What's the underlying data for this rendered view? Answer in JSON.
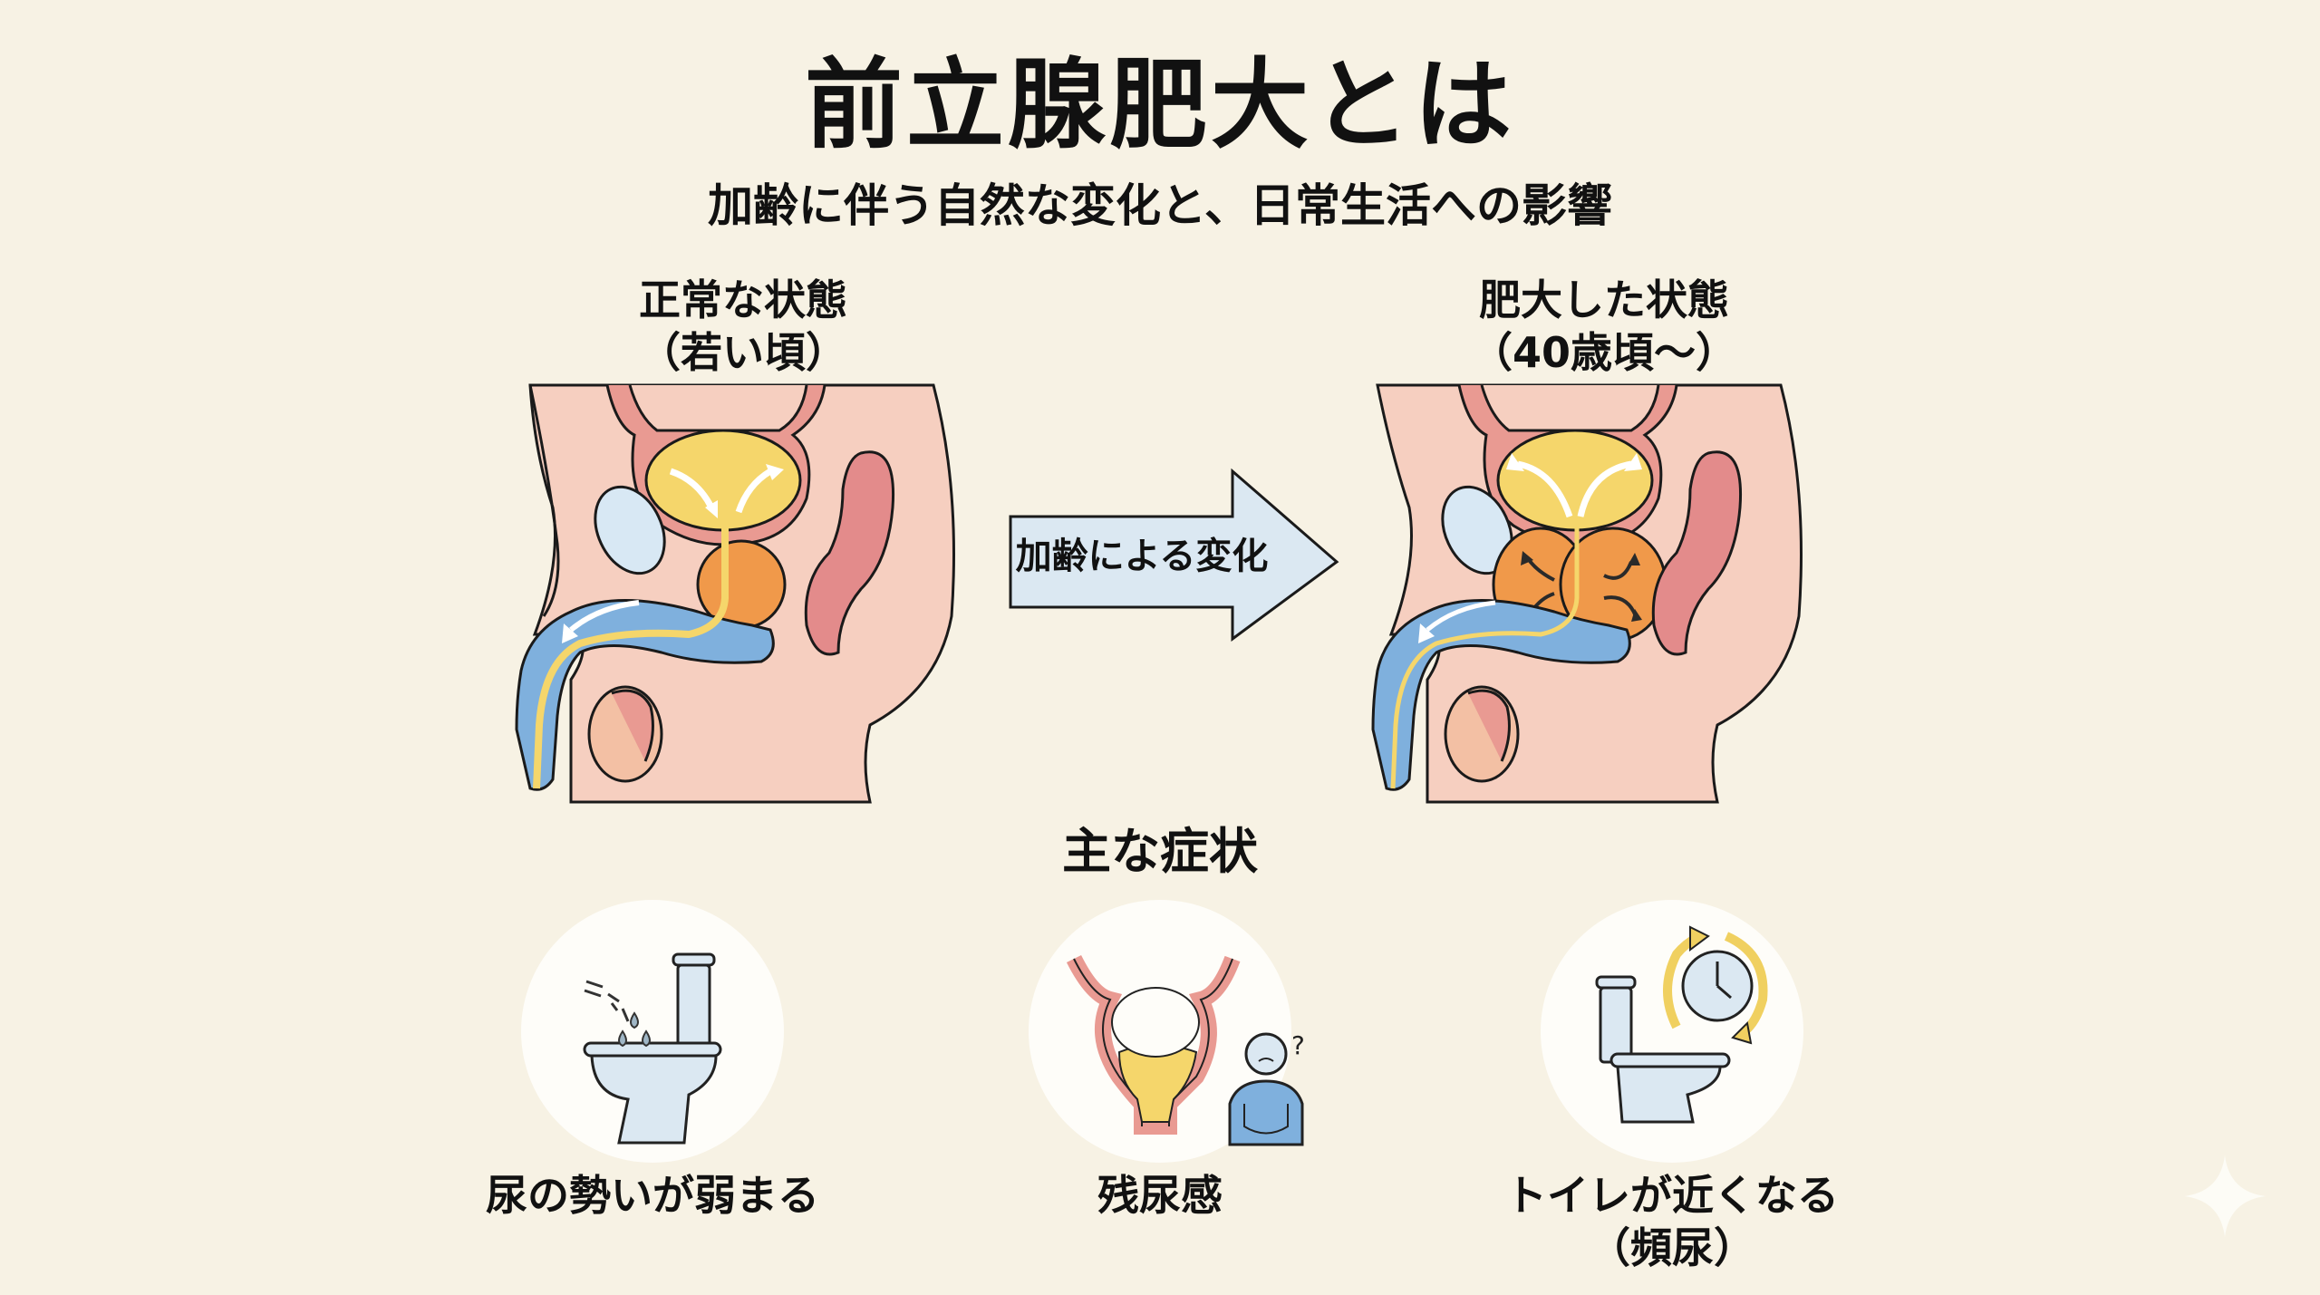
{
  "header": {
    "title": "前立腺肥大とは",
    "subtitle": "加齢に伴う自然な変化と、日常生活への影響"
  },
  "comparison": {
    "normal": {
      "label": "正常な状態",
      "sublabel": "（若い頃）"
    },
    "arrow_label": "加齢による変化",
    "enlarged": {
      "label": "肥大した状態",
      "sublabel": "（40歳頃〜）"
    }
  },
  "symptoms": {
    "title": "主な症状",
    "items": [
      {
        "label": "尿の勢いが弱まる",
        "sublabel": "",
        "icon": "toilet-weak-stream-icon"
      },
      {
        "label": "残尿感",
        "sublabel": "",
        "icon": "bladder-residual-urine-icon"
      },
      {
        "label": "トイレが近くなる",
        "sublabel": "（頻尿）",
        "icon": "toilet-clock-icon"
      }
    ]
  },
  "colors": {
    "background": "#f7f2e4",
    "skin": "#f6cfc0",
    "bladder_wall": "#e99a92",
    "urine": "#f5d66b",
    "prostate": "#f0994a",
    "penis": "#7fb0dd",
    "bone": "#d8e8f4",
    "rectum": "#e38b8b",
    "arrow_fill": "#dbe8f2"
  }
}
